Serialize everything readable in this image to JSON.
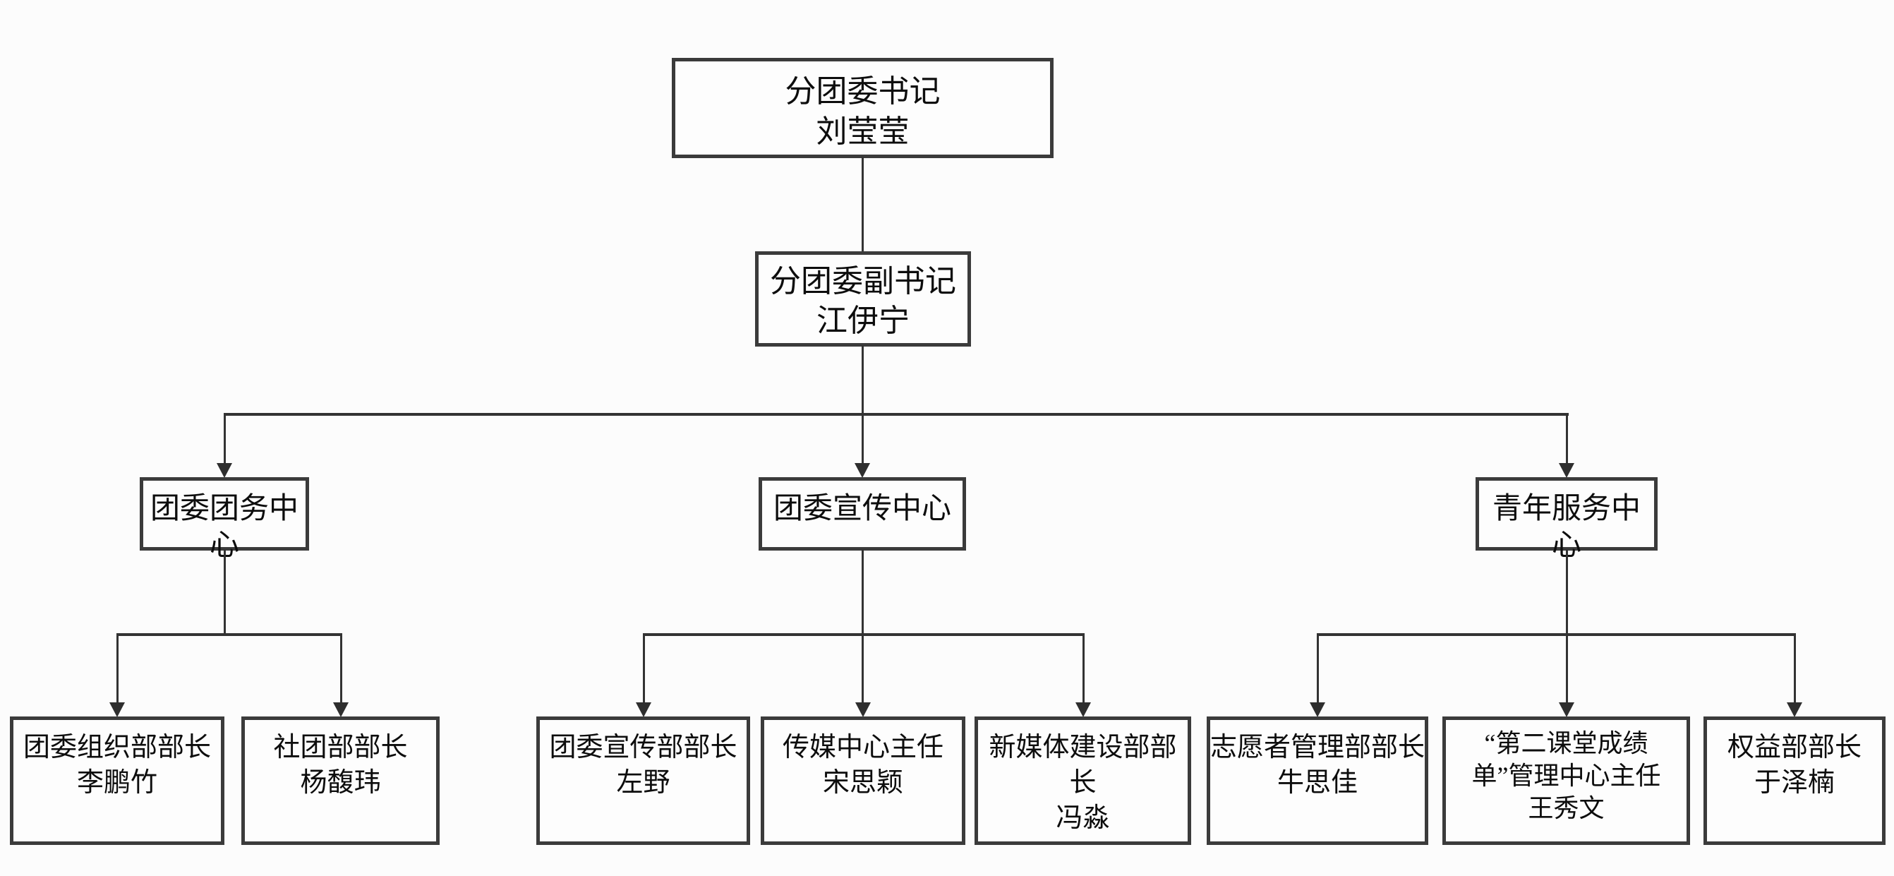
{
  "org_chart": {
    "type": "tree",
    "root": {
      "title": "分团委书记",
      "name": "刘莹莹",
      "children": [
        {
          "title": "分团委副书记",
          "name": "江伊宁",
          "children": [
            {
              "title": "团委团务中心",
              "children": [
                {
                  "title": "团委组织部部长",
                  "name": "李鹏竹"
                },
                {
                  "title": "社团部部长",
                  "name": "杨馥玮"
                }
              ]
            },
            {
              "title": "团委宣传中心",
              "children": [
                {
                  "title": "团委宣传部部长",
                  "name": "左野"
                },
                {
                  "title": "传媒中心主任",
                  "name": "宋思颖"
                },
                {
                  "title": "新媒体建设部部长",
                  "name": "冯淼"
                }
              ]
            },
            {
              "title": "青年服务中心",
              "children": [
                {
                  "title": "志愿者管理部部长",
                  "name": "牛思佳"
                },
                {
                  "title": "“第二课堂成绩单”管理中心主任",
                  "title_lines": [
                    "“第二课堂成绩",
                    "单”管理中心主任"
                  ],
                  "name": "王秀文"
                },
                {
                  "title": "权益部部长",
                  "name": "于泽楠"
                }
              ]
            }
          ]
        }
      ]
    },
    "colors": {
      "line": "#333333",
      "border": "#3b3b3b",
      "text": "#0d0d0d",
      "background": "#fcfcfc"
    }
  }
}
